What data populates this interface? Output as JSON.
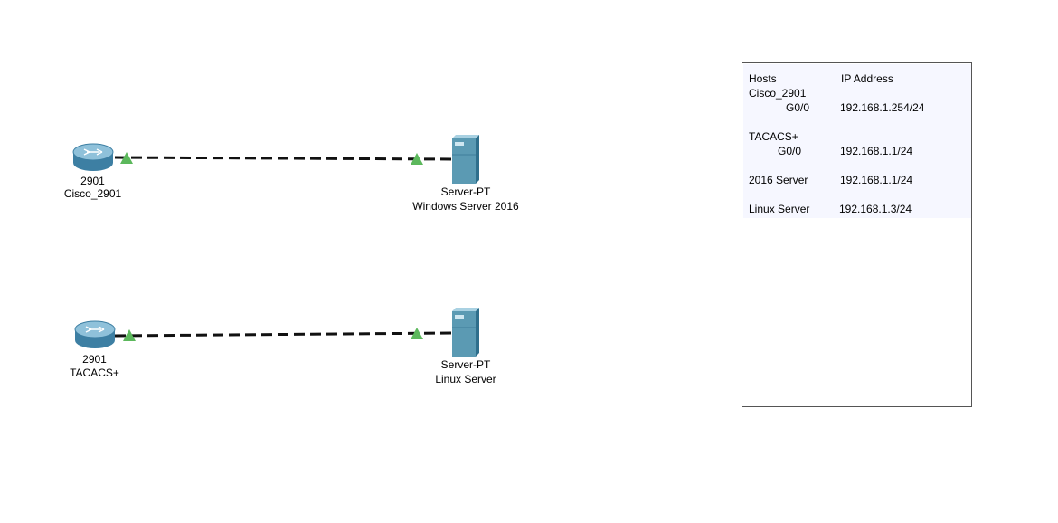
{
  "devices": {
    "router1": {
      "model": "2901",
      "name": "Cisco_2901",
      "icon": "router-icon"
    },
    "server1": {
      "model": "Server-PT",
      "name": "Windows Server 2016",
      "icon": "server-icon"
    },
    "router2": {
      "model": "2901",
      "name": "TACACS+",
      "icon": "router-icon"
    },
    "server2": {
      "model": "Server-PT",
      "name": "Linux Server",
      "icon": "server-icon"
    }
  },
  "links": [
    {
      "from": "Cisco_2901",
      "to": "Windows Server 2016",
      "style": "dashed",
      "status_color": "#5cb85c"
    },
    {
      "from": "TACACS+",
      "to": "Linux Server",
      "style": "dashed",
      "status_color": "#5cb85c"
    }
  ],
  "address_table": {
    "header_hosts": "Hosts",
    "header_ip": "IP Address",
    "rows": [
      {
        "host": "Cisco_2901",
        "iface": "",
        "ip": ""
      },
      {
        "host": "",
        "iface": "G0/0",
        "ip": "192.168.1.254/24"
      },
      {
        "host": "TACACS+",
        "iface": "",
        "ip": ""
      },
      {
        "host": "",
        "iface": "G0/0",
        "ip": "192.168.1.1/24"
      },
      {
        "host": "2016 Server",
        "iface": "",
        "ip": "192.168.1.1/24"
      },
      {
        "host": "Linux Server",
        "iface": "",
        "ip": "192.168.1.3/24"
      }
    ]
  },
  "colors": {
    "link_up": "#5cb85c",
    "router_body": "#4d90b3",
    "server_body": "#5b9ab3",
    "table_bg": "#f6f7ff"
  }
}
